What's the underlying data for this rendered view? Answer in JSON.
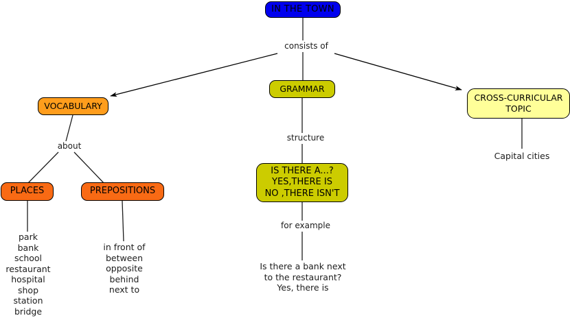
{
  "diagram": {
    "title": "IN THE TOWN",
    "nodes": {
      "root": "IN THE TOWN",
      "vocabulary": "VOCABULARY",
      "grammar": "GRAMMAR",
      "cross_curricular": "CROSS-CURRICULAR\nTOPIC",
      "places": "PLACES",
      "prepositions": "PREPOSITIONS",
      "structure_forms": "IS THERE A...?\nYES,THERE IS\nNO ,THERE ISN'T"
    },
    "link_labels": {
      "consists_of": "consists of",
      "about": "about",
      "structure": "structure",
      "for_example": "for example"
    },
    "leaves": {
      "places_list": "park\nbank\nschool\nrestaurant\nhospital\nshop\nstation\nbridge",
      "prepositions_list": "in front of\nbetween\nopposite\nbehind\nnext to",
      "example_sentence": "Is  there a bank next\nto the restaurant?\nYes, there is",
      "capital_cities": "Capital cities"
    },
    "colors": {
      "root_fill": "#0000ee",
      "vocabulary_fill": "#ff9d1c",
      "subtopic_fill": "#f96a14",
      "grammar_fill": "#cccc00",
      "cross_curricular_fill": "#ffff99",
      "stroke": "#000000",
      "text": "#1c1c1c",
      "background": "#ffffff"
    }
  }
}
